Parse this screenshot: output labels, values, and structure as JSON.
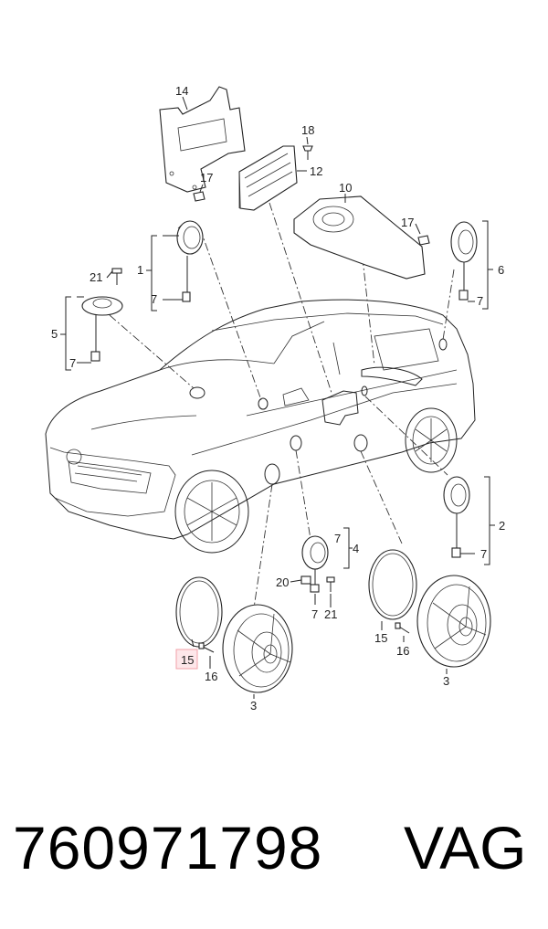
{
  "footer": {
    "part_number": "760971798",
    "brand": "VAG"
  },
  "callouts": {
    "c14": "14",
    "c18": "18",
    "c17a": "17",
    "c12": "12",
    "c10": "10",
    "c17b": "17",
    "c6": "6",
    "c1": "1",
    "c7a": "7",
    "c21a": "21",
    "c5": "5",
    "c7b": "7",
    "c7c": "7",
    "c2": "2",
    "c7d": "7",
    "c7e": "7",
    "c4": "4",
    "c20": "20",
    "c7f": "7",
    "c21b": "21",
    "c15a": "15",
    "c16a": "16",
    "c3a": "3",
    "c15b": "15",
    "c16b": "16",
    "c3b": "3"
  },
  "highlight_color": "#f2a0a8",
  "line_color": "#222222"
}
